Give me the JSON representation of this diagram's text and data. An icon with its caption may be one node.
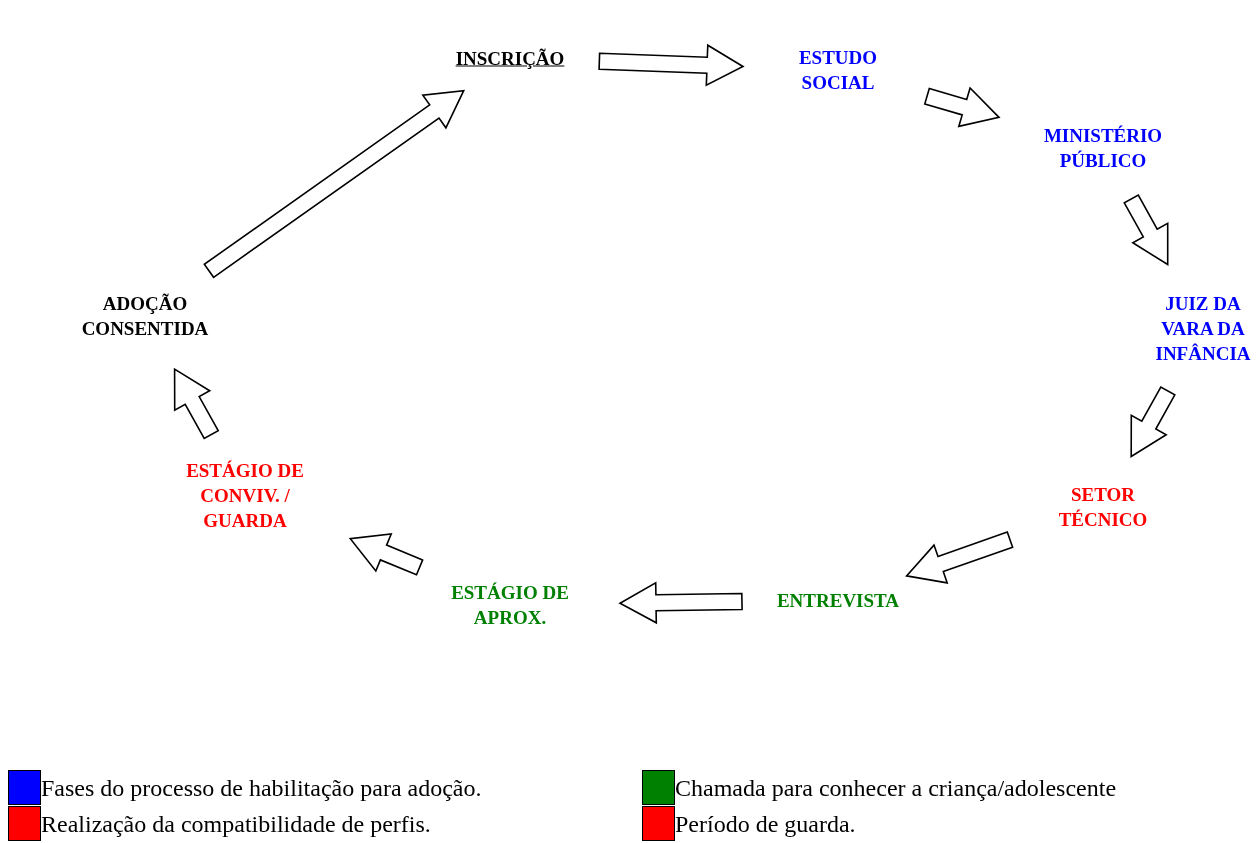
{
  "diagram": {
    "nodes": [
      {
        "text": [
          "INSCRIÇÃO"
        ]
      },
      {
        "text": [
          "ESTUDO SOCIAL"
        ]
      },
      {
        "text": [
          "MINISTÉRIO PÚBLICO"
        ]
      },
      {
        "text": [
          "JUIZ DA VARA DA INFÂNCIA"
        ]
      },
      {
        "text": [
          "SETOR TÉCNICO"
        ]
      },
      {
        "text": [
          "ENTREVISTA"
        ]
      },
      {
        "text": [
          "ESTÁGIO DE APROX."
        ]
      },
      {
        "text": [
          "ESTÁGIO DE CONVIV. / GUARDA"
        ]
      },
      {
        "text": [
          "ADOÇÃO CONSENTIDA"
        ]
      }
    ],
    "edges": [
      {
        "from": 0,
        "to": 1,
        "arrow": "to"
      },
      {
        "from": 1,
        "to": 2,
        "arrow": "to"
      },
      {
        "from": 2,
        "to": 3,
        "arrow": "to"
      },
      {
        "from": 3,
        "to": 4,
        "arrow": "to"
      },
      {
        "from": 4,
        "to": 5,
        "arrow": "to"
      },
      {
        "from": 5,
        "to": 6,
        "arrow": "to"
      },
      {
        "from": 6,
        "to": 7,
        "arrow": "to"
      },
      {
        "from": 7,
        "to": 8,
        "arrow": "to"
      },
      {
        "from": 8,
        "to": 0,
        "arrow": "to"
      }
    ],
    "legend": [
      {
        "text": "Fases do processo de habilitação para adoção.",
        "color": "#0000ff"
      },
      {
        "text": "Chamada para conhecer a criança/adolescente",
        "color": "#008000"
      },
      {
        "text": "Realização da compatibilidade de perfis.",
        "color": "#ff0000"
      },
      {
        "text": "Período de guarda.",
        "color": "#ff0000"
      }
    ]
  }
}
